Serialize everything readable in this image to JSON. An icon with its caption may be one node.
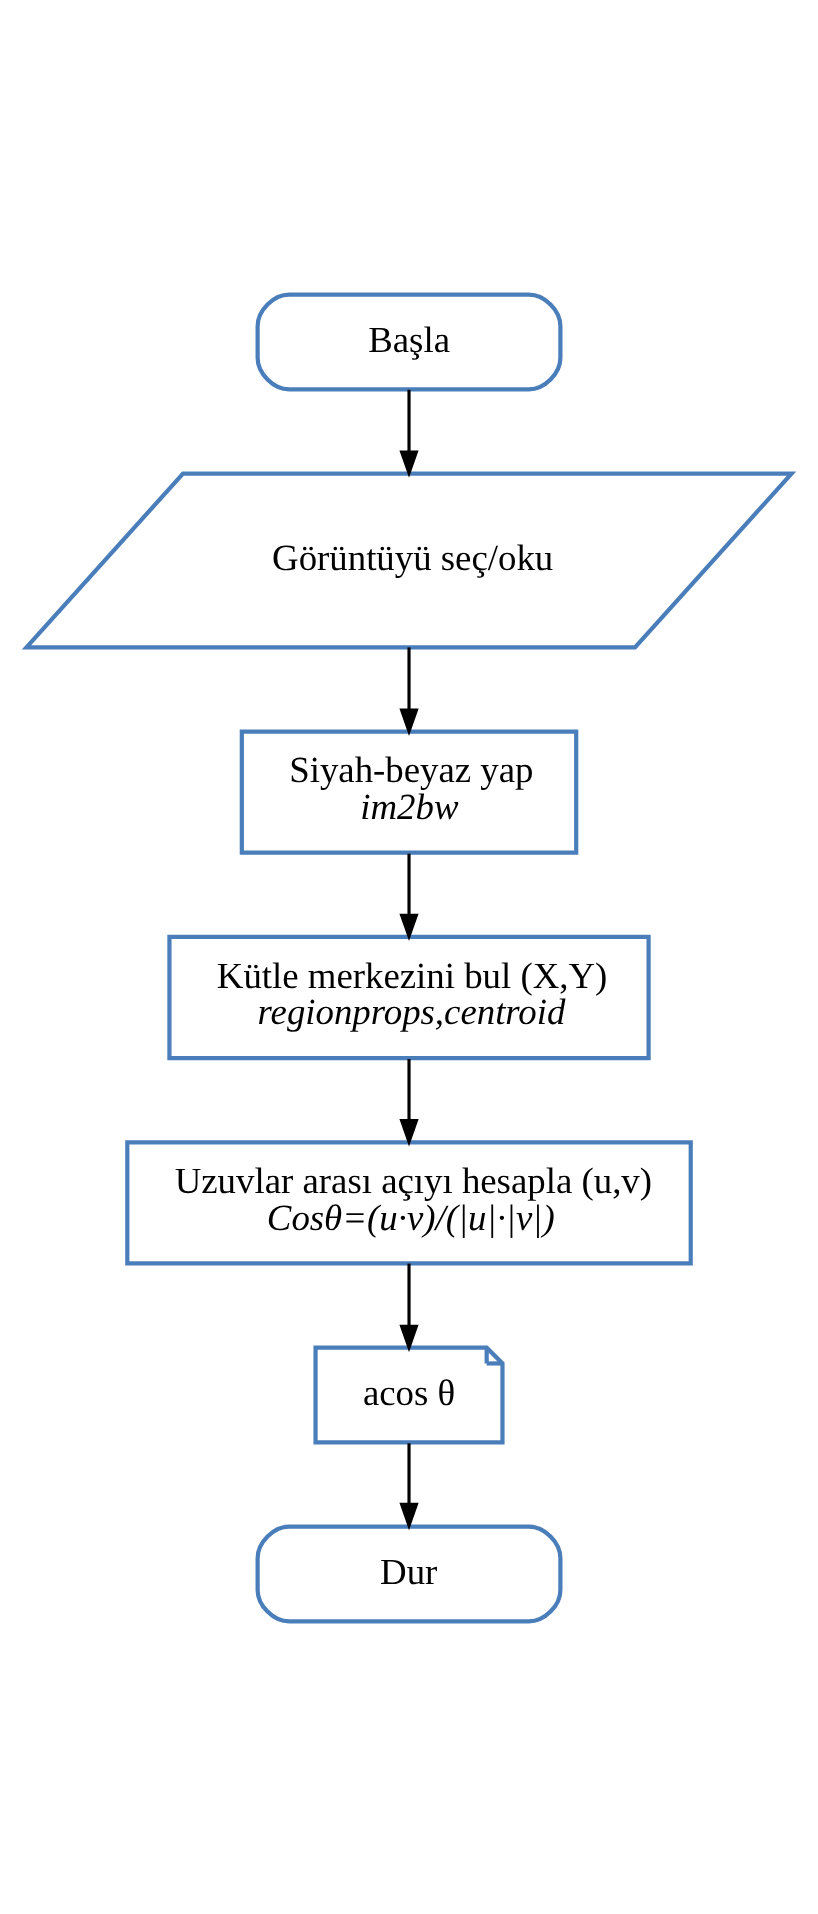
{
  "diagram": {
    "nodes": [
      {
        "text": [
          "Başla"
        ]
      },
      {
        "text": [
          "Görüntüyü seç/oku"
        ]
      },
      {
        "text": [
          "Siyah-beyaz yap",
          "im2bw"
        ]
      },
      {
        "text": [
          "Kütle merkezini bul (X,Y)",
          "regionprops,centroid"
        ]
      },
      {
        "text": [
          "Uzuvlar arası açıyı hesapla (u,v)",
          "Cosθ=(u·v)/(|u|·|v|)"
        ]
      },
      {
        "text": [
          "acos θ"
        ]
      },
      {
        "text": [
          "Dur"
        ]
      }
    ],
    "edges": [
      {
        "from": 0,
        "to": 1,
        "arrow": "to"
      },
      {
        "from": 1,
        "to": 2,
        "arrow": "to"
      },
      {
        "from": 2,
        "to": 3,
        "arrow": "to"
      },
      {
        "from": 3,
        "to": 4,
        "arrow": "to"
      },
      {
        "from": 4,
        "to": 5,
        "arrow": "to"
      },
      {
        "from": 5,
        "to": 6,
        "arrow": "to"
      }
    ]
  }
}
